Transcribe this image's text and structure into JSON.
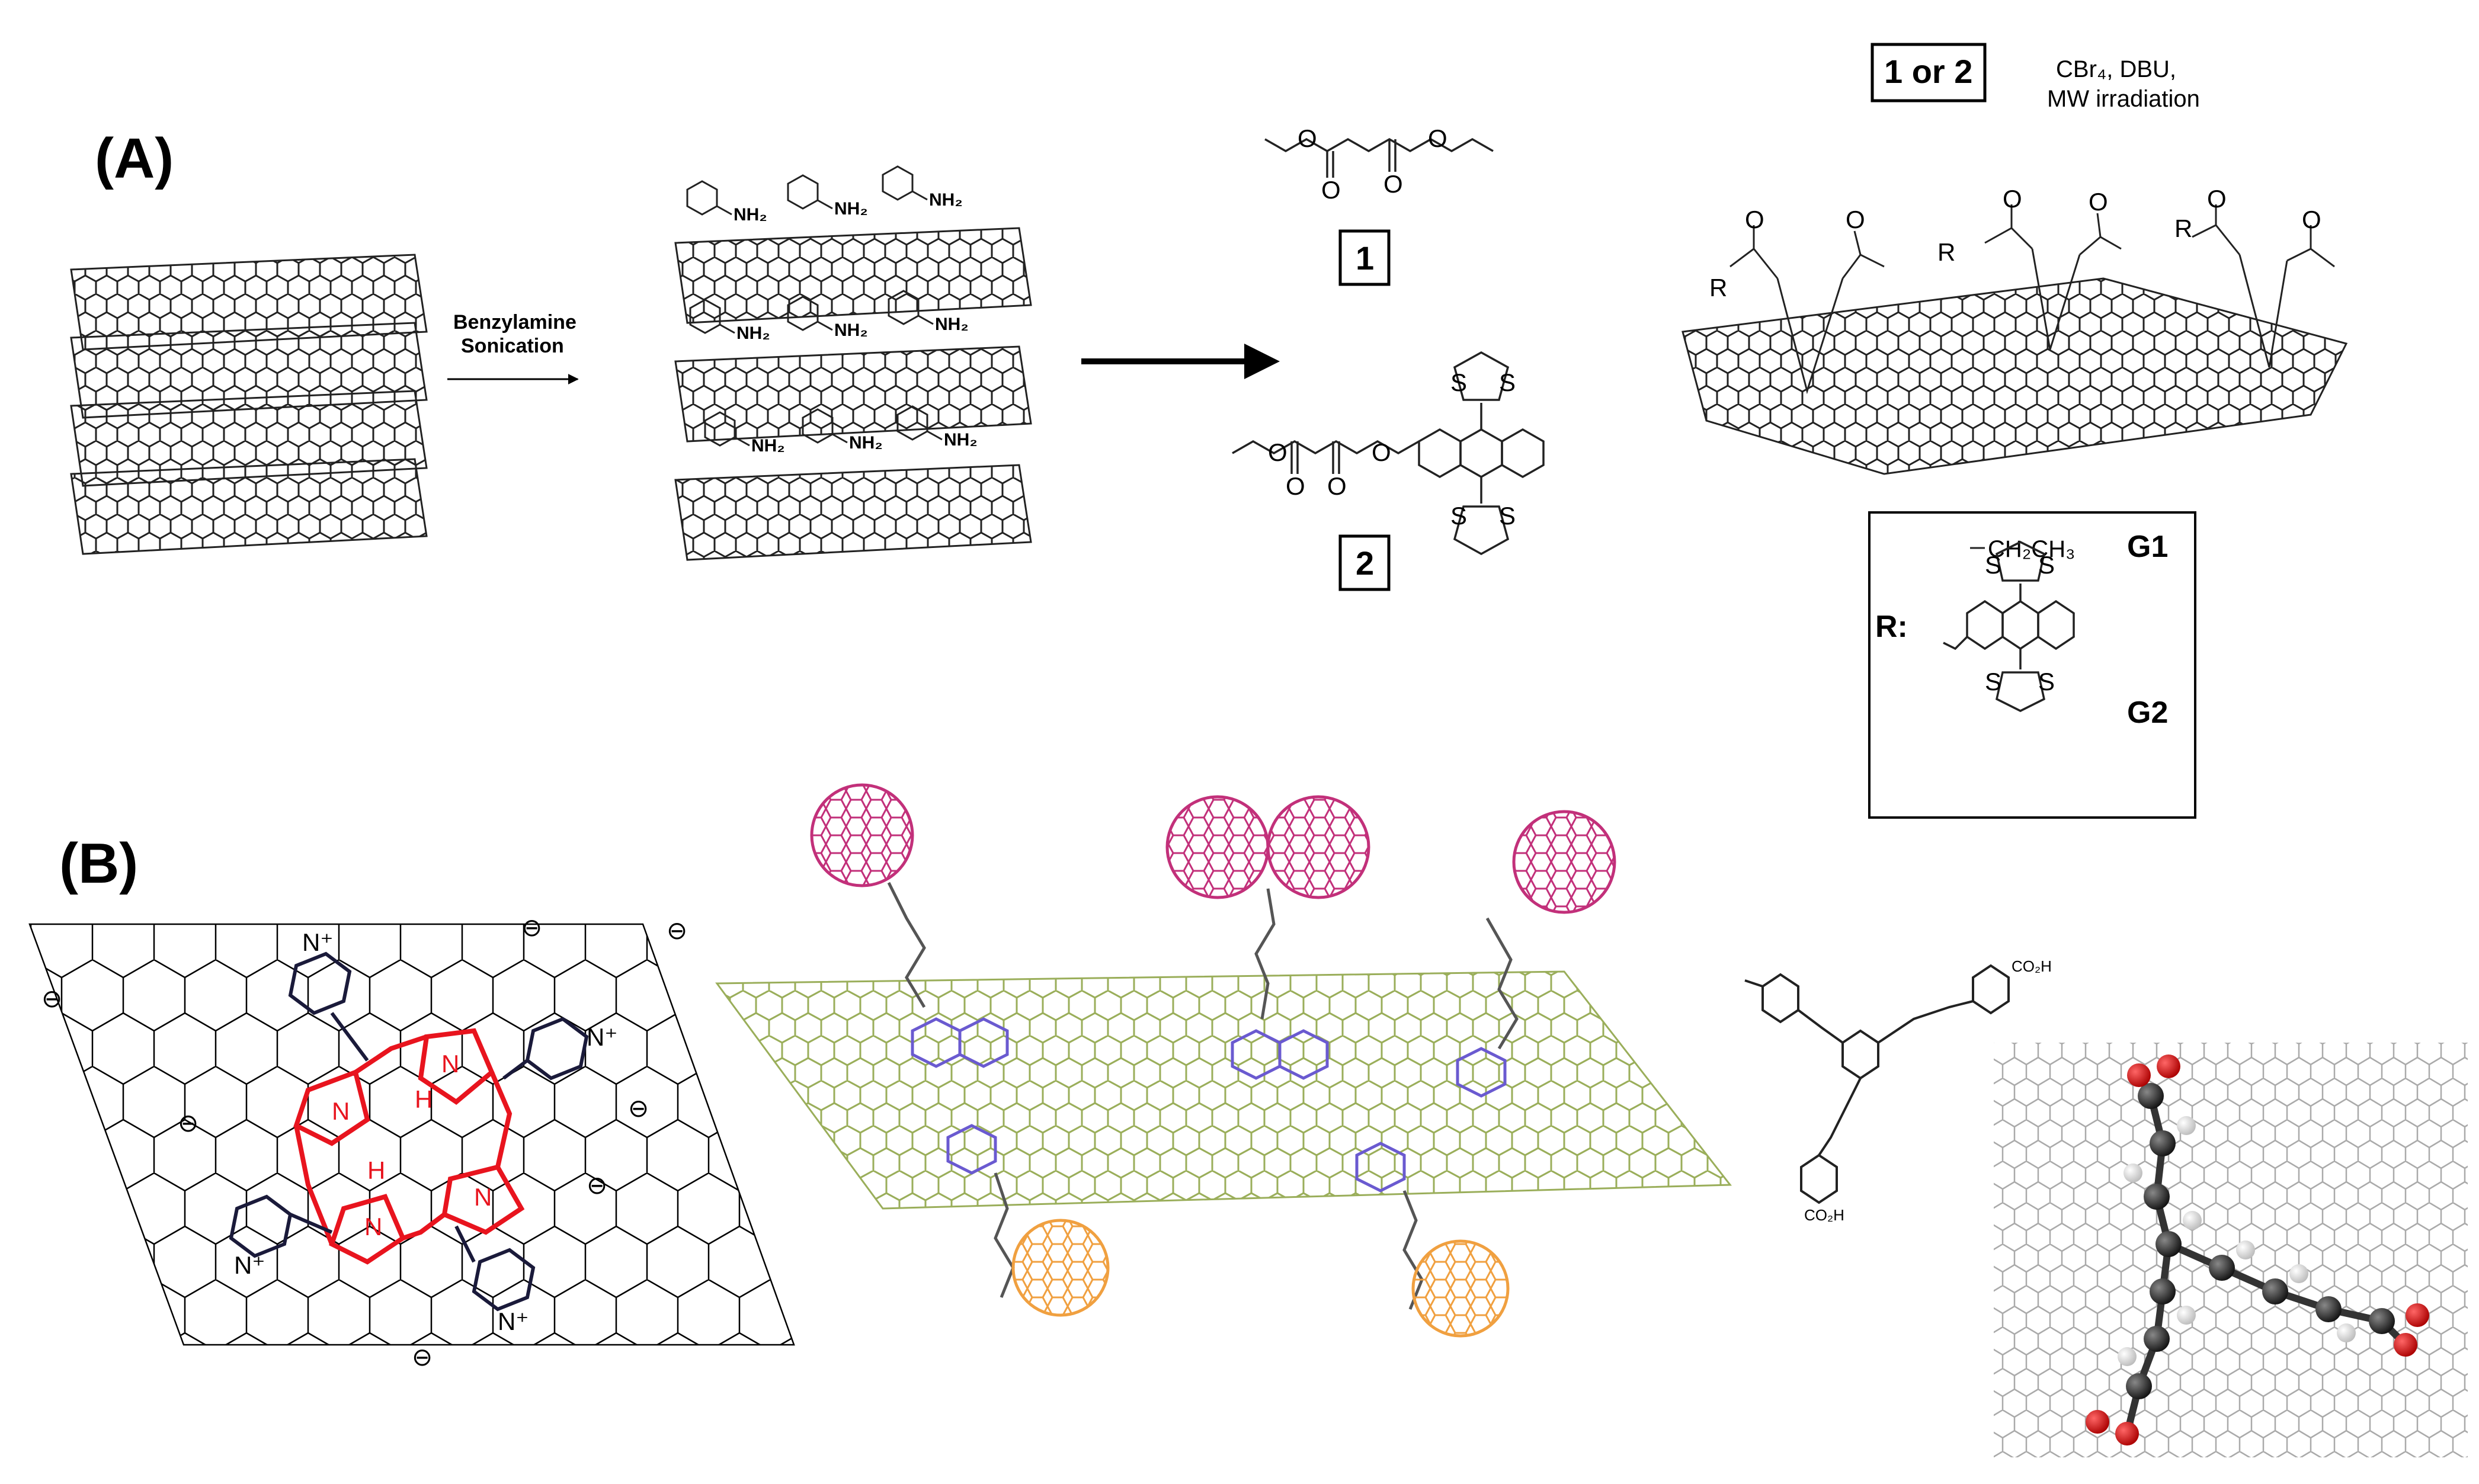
{
  "panel_a": {
    "label": "(A)",
    "reagent_line1": "Benzylamine",
    "reagent_line2": "Sonication",
    "amine_label": "NH₂",
    "compound1": "1",
    "compound2": "2",
    "choice_box": "1 or 2",
    "conditions_line1": "CBr₄, DBU,",
    "conditions_line2": "MW irradiation",
    "r_label": "R:",
    "r_o": "R",
    "ethyl_group": "CH₂CH₃",
    "g1": "G1",
    "g2": "G2",
    "oxygen": "O",
    "sulfur": "S"
  },
  "panel_b": {
    "label": "(B)",
    "minus": "⊖",
    "nitrogen": "N",
    "nplus": "N⁺",
    "nh": "H",
    "co2h": "CO₂H"
  },
  "colors": {
    "porphyrin": "#e8141e",
    "graphene_green": "#9aae5a",
    "pyrene": "#6a5ad0",
    "fullerene_pink": "#c2307a",
    "fullerene_orange": "#f0a040",
    "carbon_gray": "#9a9a9a"
  }
}
